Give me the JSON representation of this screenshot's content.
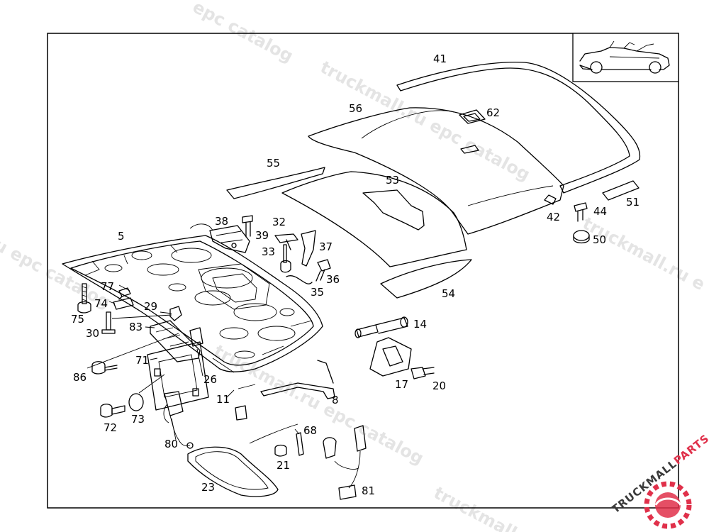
{
  "watermark": {
    "texts": [
      "epc catalog",
      "truckmall.ru epc catalog",
      "truckmall.ru e",
      "u epc catalog",
      "truckmall.ru epc catalog",
      "truckmall.ru"
    ],
    "color": "#cfcfcf"
  },
  "brand": {
    "part1": "TRUCKMALL",
    "part2": "PARTS",
    "color_dark": "#3a3a3a",
    "color_accent": "#e0304a"
  },
  "callouts": [
    "41",
    "62",
    "56",
    "55",
    "53",
    "42",
    "44",
    "51",
    "50",
    "38",
    "32",
    "39",
    "33",
    "37",
    "36",
    "35",
    "5",
    "77",
    "74",
    "75",
    "29",
    "30",
    "83",
    "14",
    "71",
    "86",
    "26",
    "17",
    "20",
    "11",
    "8",
    "72",
    "73",
    "68",
    "80",
    "21",
    "81",
    "23",
    "54"
  ]
}
